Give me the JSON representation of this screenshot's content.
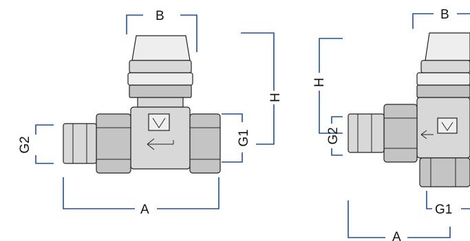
{
  "left_valve": {
    "labels": {
      "B": "B",
      "H": "H",
      "G1": "G1",
      "G2": "G2",
      "A": "A"
    }
  },
  "right_valve": {
    "labels": {
      "B": "B",
      "H": "H",
      "G1": "G1",
      "G2": "G2",
      "A": "A"
    }
  },
  "colors": {
    "dimension_line": "#1f4ea0",
    "outline": "#222222"
  }
}
